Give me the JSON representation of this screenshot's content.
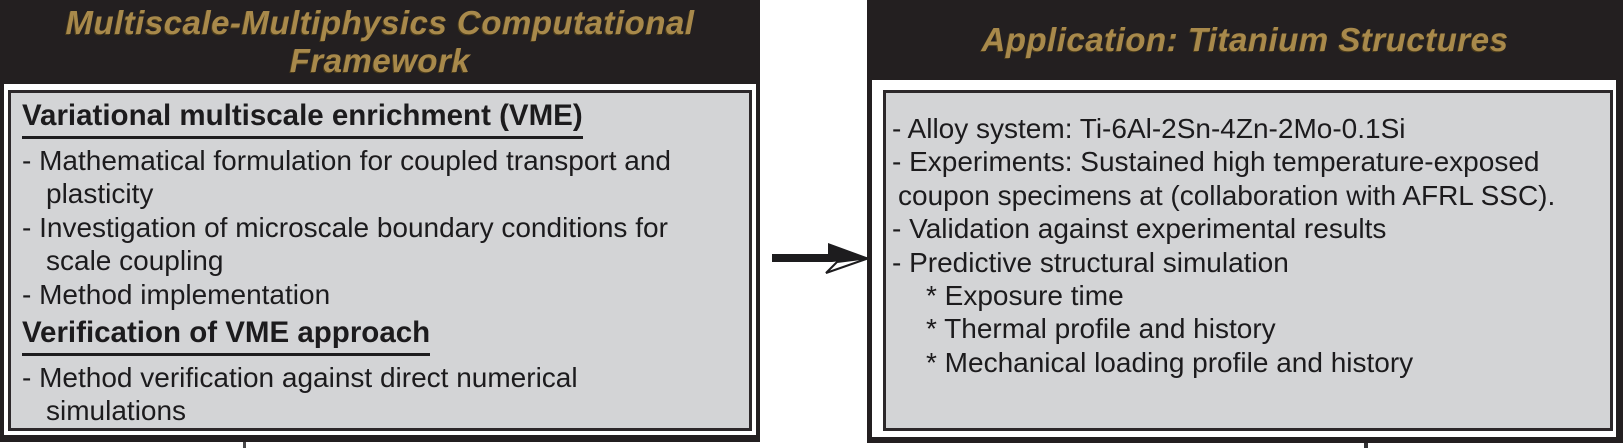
{
  "colors": {
    "panel_black": "#231f20",
    "title_gold": "#a8894b",
    "box_gray": "#d3d4d6",
    "text_dark": "#1c1b1d"
  },
  "left_panel": {
    "title_line1": "Multiscale-Multiphysics Computational",
    "title_line2": "Framework",
    "lines": [
      {
        "style": "heading",
        "text": "Variational multiscale enrichment (VME)"
      },
      {
        "style": "item",
        "text": "- Mathematical formulation for coupled transport and"
      },
      {
        "style": "cont",
        "text": "plasticity"
      },
      {
        "style": "item",
        "text": "- Investigation of microscale boundary conditions for"
      },
      {
        "style": "cont",
        "text": "scale coupling"
      },
      {
        "style": "item",
        "text": "- Method implementation"
      },
      {
        "style": "heading",
        "text": "Verification of VME approach"
      },
      {
        "style": "item",
        "text": "- Method verification against direct numerical"
      },
      {
        "style": "cont",
        "text": "simulations"
      }
    ]
  },
  "arrow": {
    "icon": "right-arrow"
  },
  "right_panel": {
    "title": "Application: Titanium Structures",
    "lines": [
      {
        "style": "item",
        "text": "- Alloy system: Ti-6Al-2Sn-4Zn-2Mo-0.1Si"
      },
      {
        "style": "item",
        "text": "- Experiments: Sustained high temperature-exposed"
      },
      {
        "style": "cont",
        "text": "coupon specimens at (collaboration with AFRL SSC)."
      },
      {
        "style": "item",
        "text": "- Validation against experimental results"
      },
      {
        "style": "item",
        "text": "- Predictive structural simulation"
      },
      {
        "style": "sub",
        "text": "* Exposure time"
      },
      {
        "style": "sub",
        "text": "* Thermal profile and history"
      },
      {
        "style": "sub",
        "text": "* Mechanical loading profile and history"
      }
    ]
  }
}
